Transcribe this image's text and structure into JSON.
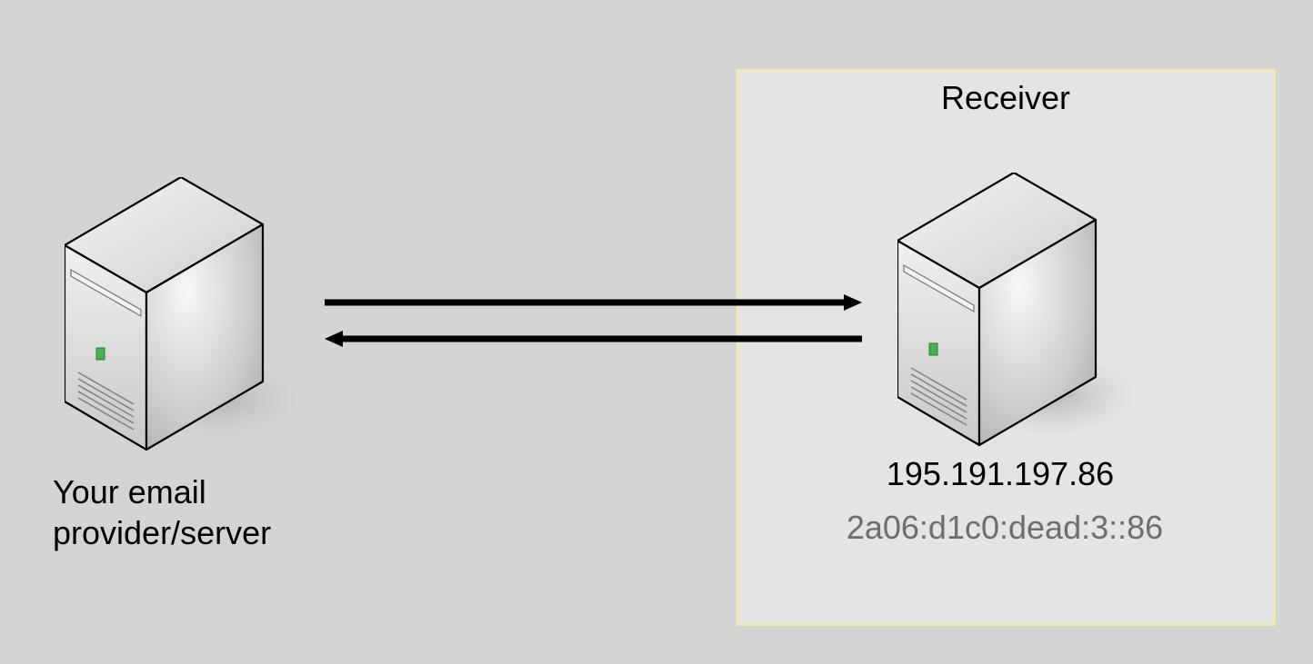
{
  "receiver": {
    "title": "Receiver",
    "ipv4": "195.191.197.86",
    "ipv6": "2a06:d1c0:dead:3::86",
    "box_fill": "#e4e4e4",
    "box_border": "#f0ee9e"
  },
  "sender": {
    "line1": "Your email",
    "line2": "provider/server"
  },
  "colors": {
    "background": "#d4d4d4",
    "arrow": "#000000",
    "ipv6_text": "#6e6e6e",
    "led": "#4caf50"
  },
  "icons": {
    "sender": "server-icon",
    "receiver": "server-icon"
  }
}
